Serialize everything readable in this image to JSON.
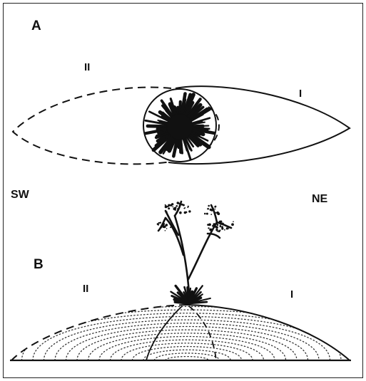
{
  "panels": {
    "top": {
      "label": "A",
      "zone_left": "II",
      "zone_right": "I"
    },
    "bottom": {
      "label": "B",
      "zone_left": "II",
      "zone_right": "I"
    }
  },
  "directions": {
    "left": "SW",
    "right": "NE"
  }
}
